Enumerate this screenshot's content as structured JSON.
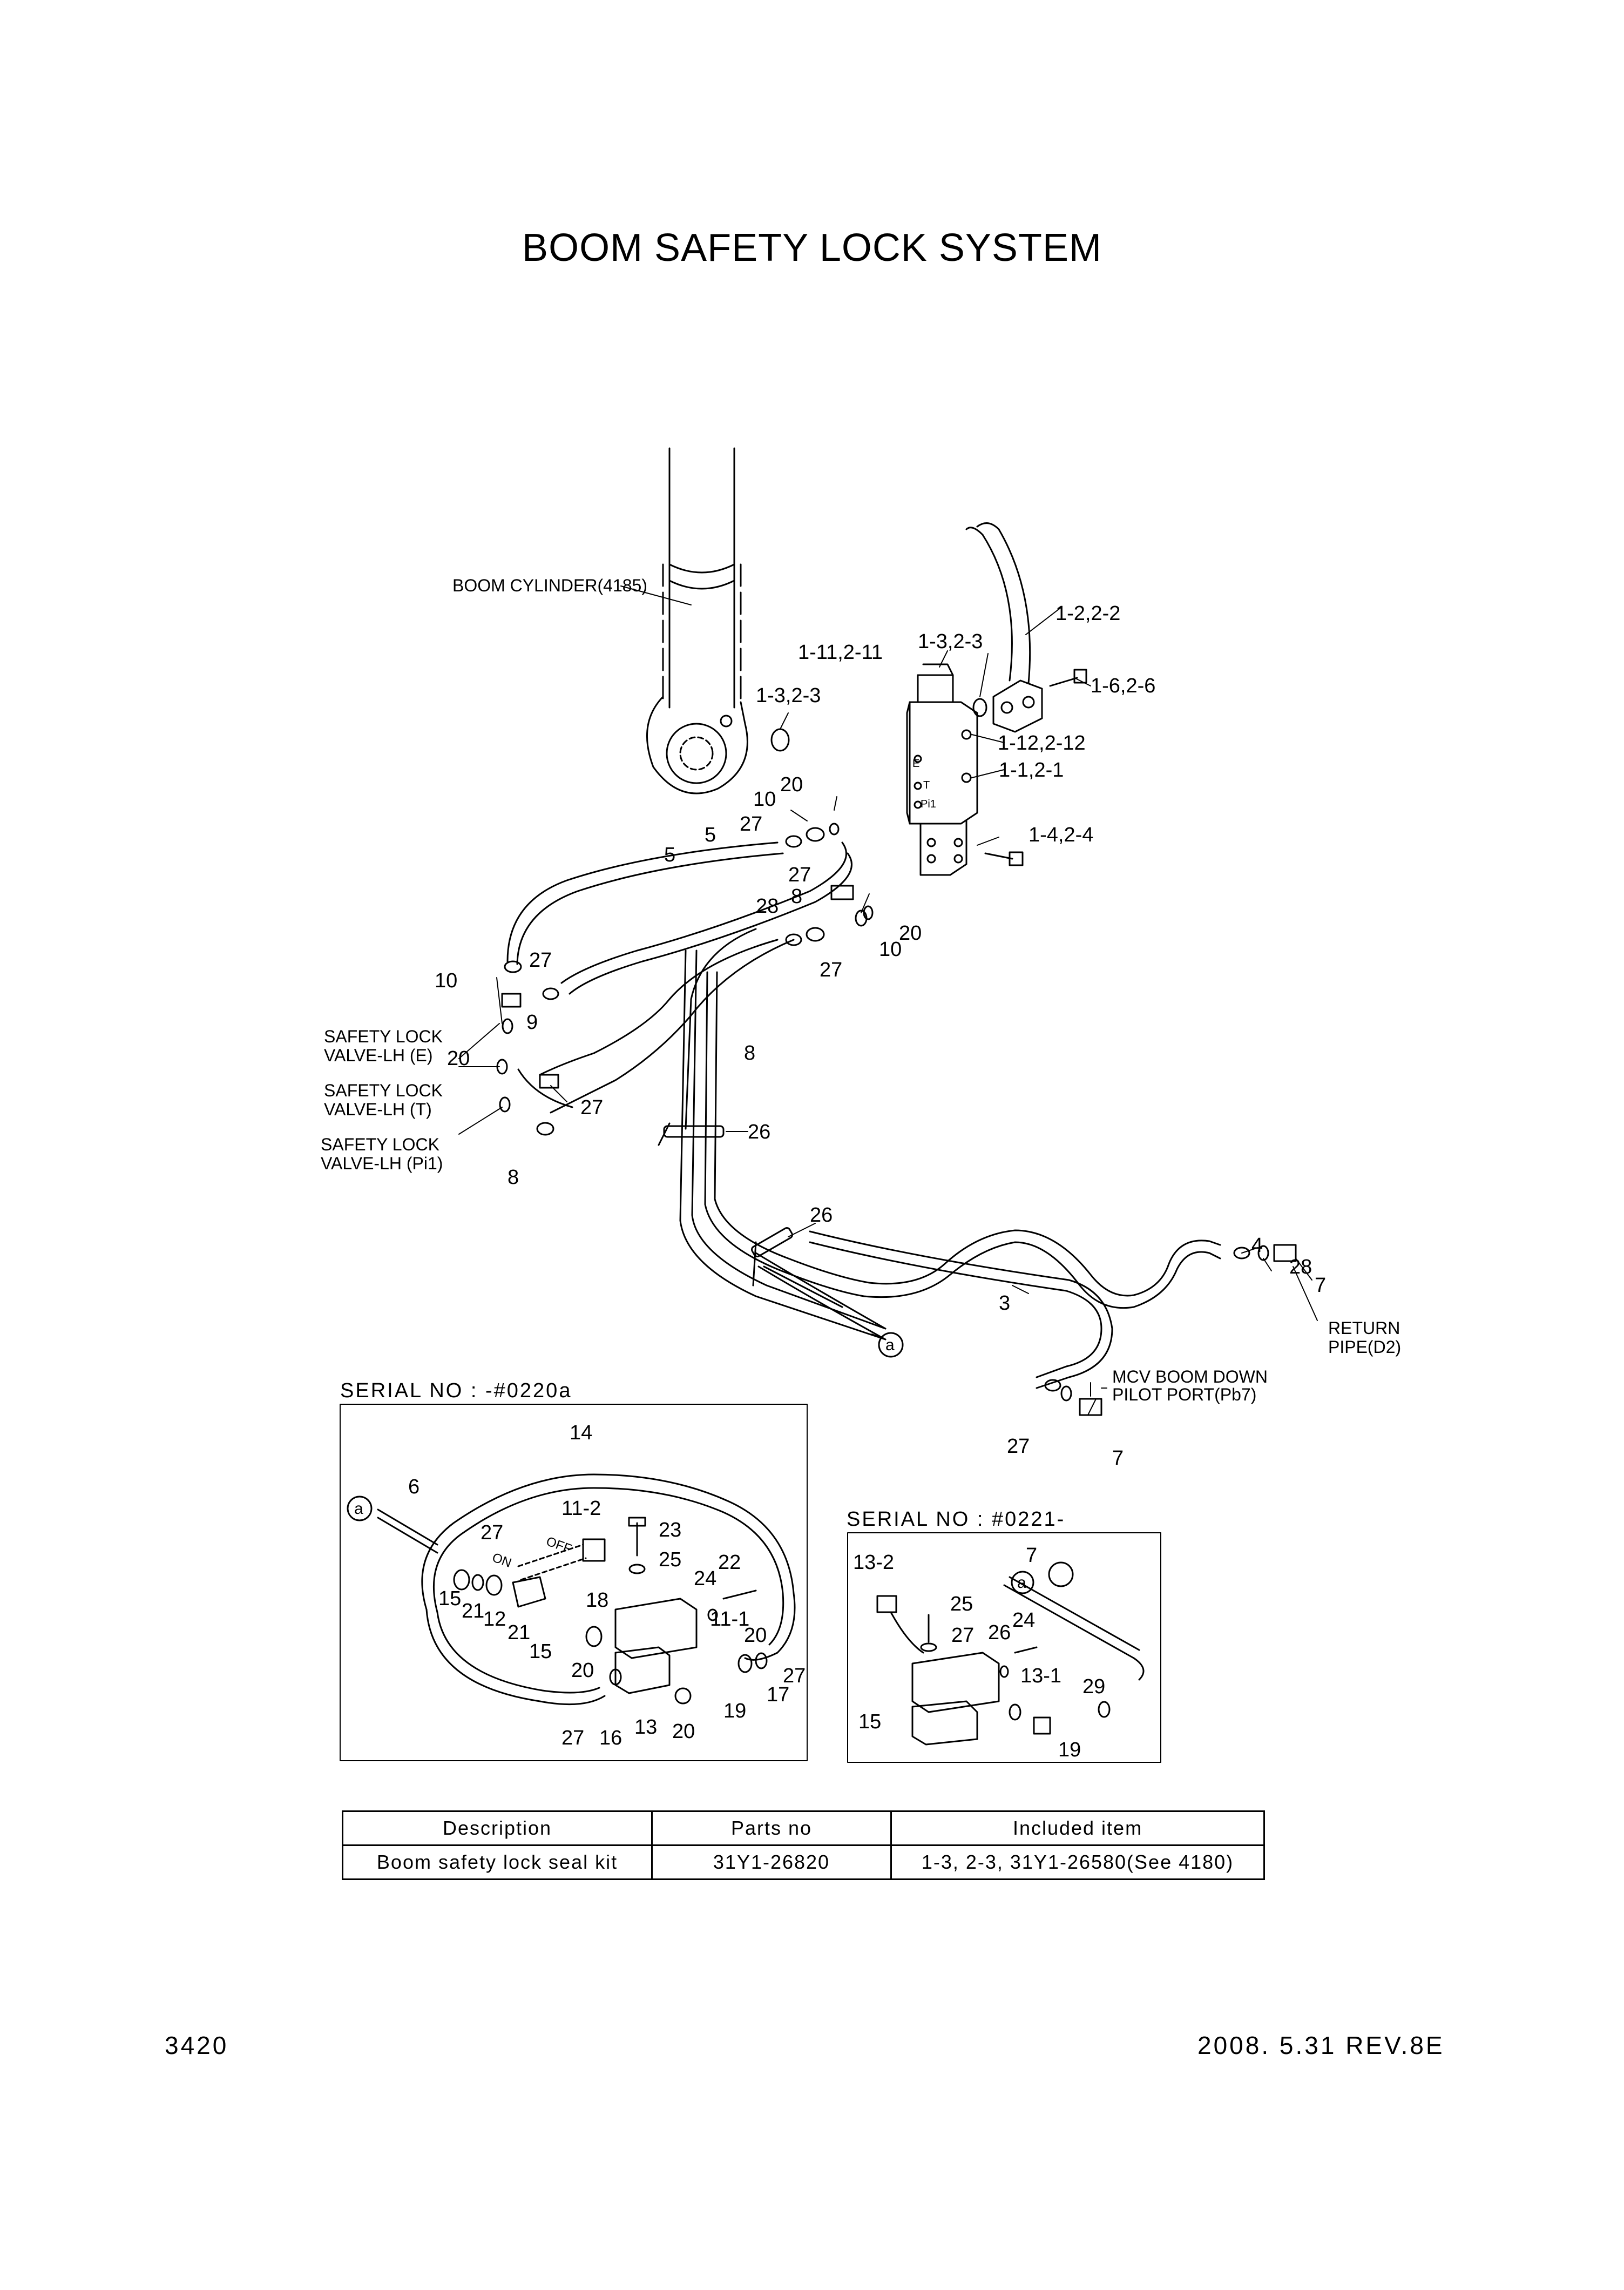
{
  "page": {
    "title": "BOOM SAFETY LOCK SYSTEM",
    "page_number": "3420",
    "revision": "2008. 5.31 REV.8E"
  },
  "diagram": {
    "component_labels": {
      "boom_cylinder": "BOOM CYLINDER(4185)",
      "safety_lock_e": [
        "SAFETY LOCK",
        "VALVE-LH (E)"
      ],
      "safety_lock_t": [
        "SAFETY LOCK",
        "VALVE-LH (T)"
      ],
      "safety_lock_pi1": [
        "SAFETY LOCK",
        "VALVE-LH (Pi1)"
      ],
      "return_pipe": [
        "RETURN",
        "PIPE(D2)"
      ],
      "mcv_port": [
        "MCV BOOM DOWN",
        "PILOT PORT(Pb7)"
      ],
      "connector_a": "a",
      "valve_ports": [
        "E",
        "T",
        "Pi1"
      ],
      "switch_on": "ON",
      "switch_off": "OFF"
    },
    "callouts_main": [
      "1-2,2-2",
      "1-6,2-6",
      "1-3,2-3",
      "1-11,2-11",
      "1-3,2-3",
      "1-12,2-12",
      "1-1,2-1",
      "1-4,2-4",
      "20",
      "10",
      "27",
      "5",
      "5",
      "27",
      "8",
      "28",
      "20",
      "10",
      "27",
      "27",
      "9",
      "10",
      "20",
      "27",
      "8",
      "8",
      "26",
      "26",
      "4",
      "28",
      "7",
      "3",
      "27",
      "7"
    ],
    "inset1": {
      "serial": "SERIAL NO : -#0220a",
      "callouts": [
        "14",
        "6",
        "11-2",
        "23",
        "25",
        "27",
        "24",
        "22",
        "15",
        "21",
        "12",
        "21",
        "15",
        "18",
        "11-1",
        "20",
        "20",
        "27",
        "17",
        "19",
        "27",
        "16",
        "13",
        "20"
      ]
    },
    "inset2": {
      "serial": "SERIAL NO : #0221-",
      "callouts": [
        "13-2",
        "7",
        "25",
        "27",
        "26",
        "24",
        "13-1",
        "29",
        "15",
        "19"
      ]
    }
  },
  "kit_table": {
    "headers": [
      "Description",
      "Parts no",
      "Included item"
    ],
    "rows": [
      [
        "Boom safety lock seal kit",
        "31Y1-26820",
        "1-3, 2-3, 31Y1-26580(See 4180)"
      ]
    ]
  }
}
